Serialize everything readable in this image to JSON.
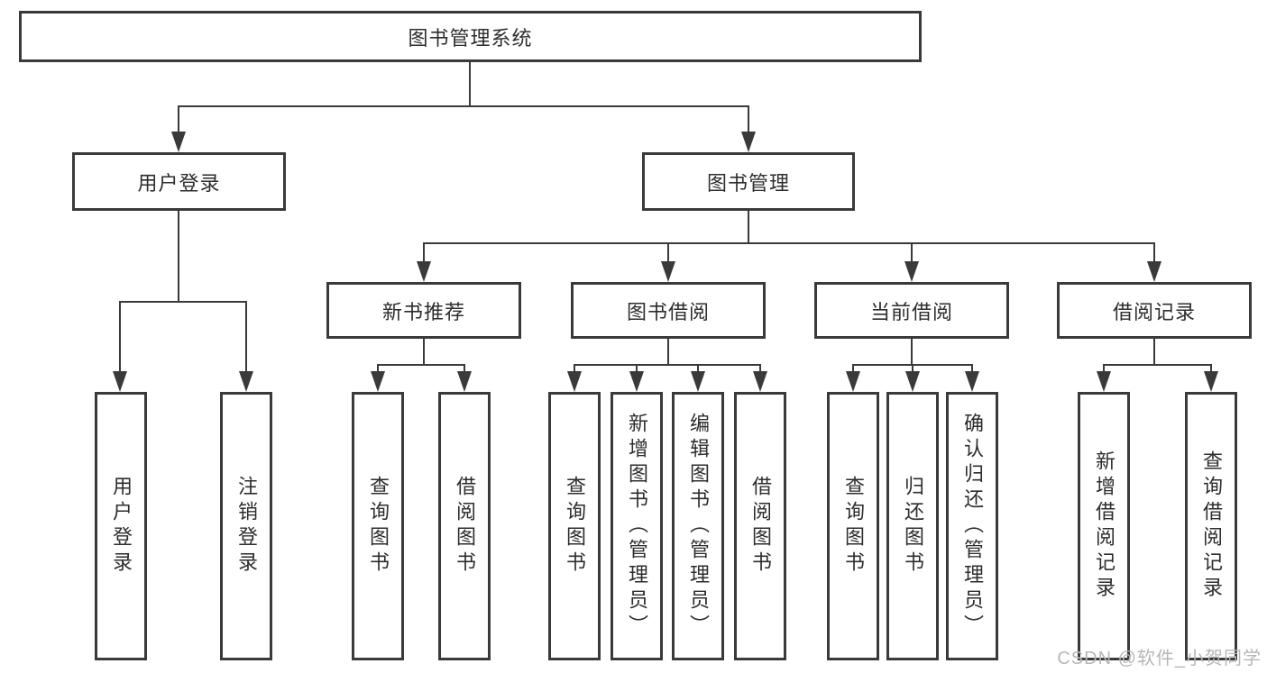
{
  "diagram": {
    "type": "hierarchy-tree",
    "root": {
      "label": "图书管理系统",
      "children": [
        {
          "label": "用户登录",
          "children": [
            {
              "label": "用户登录"
            },
            {
              "label": "注销登录"
            }
          ]
        },
        {
          "label": "图书管理",
          "children": [
            {
              "label": "新书推荐",
              "children": [
                {
                  "label": "查询图书"
                },
                {
                  "label": "借阅图书"
                }
              ]
            },
            {
              "label": "图书借阅",
              "children": [
                {
                  "label": "查询图书"
                },
                {
                  "label": "新增图书（管理员）"
                },
                {
                  "label": "编辑图书（管理员）"
                },
                {
                  "label": "借阅图书"
                }
              ]
            },
            {
              "label": "当前借阅",
              "children": [
                {
                  "label": "查询图书"
                },
                {
                  "label": "归还图书"
                },
                {
                  "label": "确认归还（管理员）"
                }
              ]
            },
            {
              "label": "借阅记录",
              "children": [
                {
                  "label": "新增借阅记录"
                },
                {
                  "label": "查询借阅记录"
                }
              ]
            }
          ]
        }
      ]
    }
  },
  "watermark": {
    "text": "CSDN @软件_小贺同学"
  },
  "colors": {
    "line": "#3a3a3a",
    "text": "#2d2d2d",
    "background": "#ffffff",
    "watermark": "#b7b7b7"
  }
}
